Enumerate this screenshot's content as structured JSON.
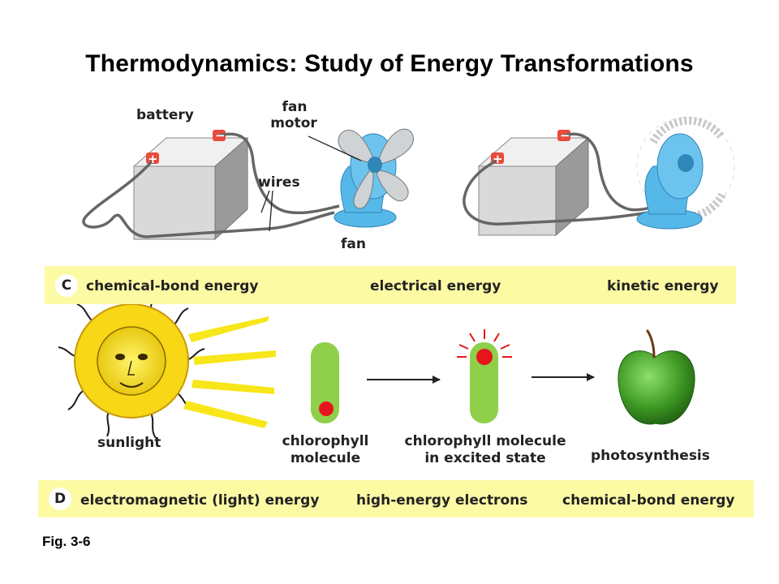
{
  "title": "Thermodynamics: Study of Energy Transformations",
  "labels": {
    "battery": "battery",
    "fan_motor_1": "fan",
    "fan_motor_2": "motor",
    "wires": "wires",
    "fan": "fan",
    "sunlight": "sunlight",
    "chlorophyll_1": "chlorophyll",
    "chlorophyll_2": "molecule",
    "excited_1": "chlorophyll molecule",
    "excited_2": "in excited state",
    "photosynthesis": "photosynthesis",
    "plus": "+",
    "minus": "−"
  },
  "band_c": {
    "letter": "C",
    "items": [
      "chemical-bond energy",
      "electrical energy",
      "kinetic energy"
    ]
  },
  "band_d": {
    "letter": "D",
    "items": [
      "electromagnetic (light) energy",
      "high-energy electrons",
      "chemical-bond energy"
    ]
  },
  "figure_label": "Fig. 3-6",
  "colors": {
    "band": "#fdfaa4",
    "battery_face": "#d9d9d9",
    "terminal": "#e84b3c",
    "fan_blue": "#56b8e8",
    "chlorophyll": "#8fcf4a",
    "electron": "#e8141c",
    "sun": "#f7e61a",
    "apple": "#4caa2c"
  }
}
